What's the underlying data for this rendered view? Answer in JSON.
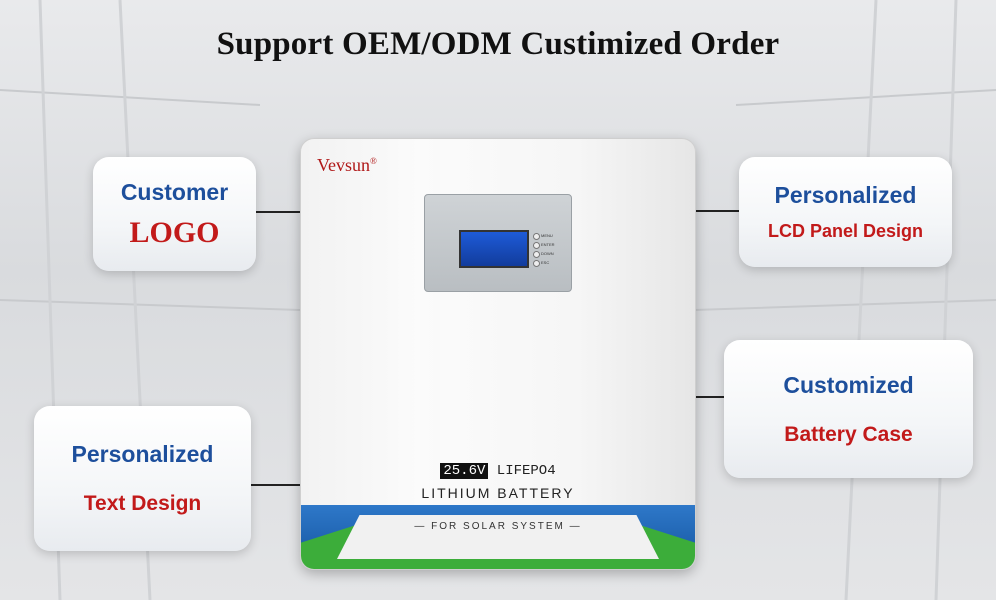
{
  "title": "Support OEM/ODM Custimized Order",
  "callouts": {
    "logo": {
      "line1": "Customer",
      "line2": "LOGO"
    },
    "lcd": {
      "line1": "Personalized",
      "line2": "LCD Panel Design"
    },
    "case": {
      "line1": "Customized",
      "line2": "Battery Case"
    },
    "text": {
      "line1": "Personalized",
      "line2": "Text Design"
    }
  },
  "battery": {
    "brand": "Vevsun",
    "brand_mark": "®",
    "voltage": "25.6V",
    "chemistry": "LIFEPO4",
    "label": "LITHIUM BATTERY",
    "footer": "— FOR SOLAR SYSTEM —",
    "lcd_buttons": [
      "MENU",
      "ENTER",
      "DOWN",
      "ESC"
    ]
  },
  "colors": {
    "blue_text": "#1d4f9c",
    "red_text": "#c21a1a",
    "band_blue": "#1c5fab",
    "band_green": "#3cad3a"
  }
}
